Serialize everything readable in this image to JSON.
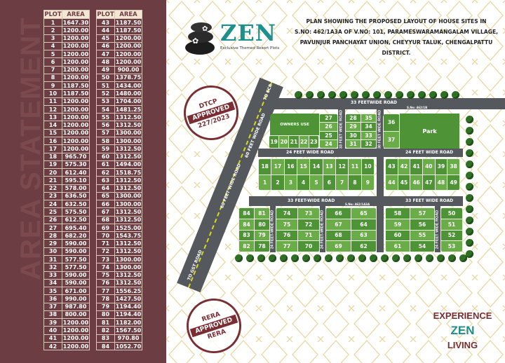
{
  "table": {
    "watermark": "AREA STATEMENT",
    "headers": [
      "PLOT",
      "AREA"
    ],
    "left": [
      [
        "1",
        "1647.30"
      ],
      [
        "2",
        "1200.00"
      ],
      [
        "3",
        "1200.00"
      ],
      [
        "4",
        "1200.00"
      ],
      [
        "5",
        "1200.00"
      ],
      [
        "6",
        "1200.00"
      ],
      [
        "7",
        "1200.00"
      ],
      [
        "8",
        "1200.00"
      ],
      [
        "9",
        "1187.50"
      ],
      [
        "10",
        "1187.50"
      ],
      [
        "11",
        "1200.00"
      ],
      [
        "12",
        "1200.00"
      ],
      [
        "13",
        "1200.00"
      ],
      [
        "14",
        "1200.00"
      ],
      [
        "15",
        "1200.00"
      ],
      [
        "16",
        "1200.00"
      ],
      [
        "17",
        "1200.00"
      ],
      [
        "18",
        "965.70"
      ],
      [
        "19",
        "575.30"
      ],
      [
        "20",
        "612.40"
      ],
      [
        "21",
        "595.10"
      ],
      [
        "22",
        "578.00"
      ],
      [
        "23",
        "636.50"
      ],
      [
        "24",
        "632.50"
      ],
      [
        "25",
        "575.50"
      ],
      [
        "26",
        "612.50"
      ],
      [
        "27",
        "695.40"
      ],
      [
        "28",
        "682.20"
      ],
      [
        "29",
        "590.00"
      ],
      [
        "30",
        "590.00"
      ],
      [
        "31",
        "577.50"
      ],
      [
        "32",
        "577.50"
      ],
      [
        "33",
        "590.00"
      ],
      [
        "34",
        "590.00"
      ],
      [
        "35",
        "671.00"
      ],
      [
        "36",
        "990.00"
      ],
      [
        "37",
        "987.80"
      ],
      [
        "38",
        "800.00"
      ],
      [
        "39",
        "1200.00"
      ],
      [
        "40",
        "1200.00"
      ],
      [
        "41",
        "1200.00"
      ],
      [
        "42",
        "1200.00"
      ]
    ],
    "right": [
      [
        "43",
        "1187.50"
      ],
      [
        "44",
        "1187.50"
      ],
      [
        "45",
        "1200.00"
      ],
      [
        "46",
        "1200.00"
      ],
      [
        "47",
        "1200.00"
      ],
      [
        "48",
        "1200.00"
      ],
      [
        "49",
        "900.00"
      ],
      [
        "50",
        "1378.75"
      ],
      [
        "51",
        "1434.00"
      ],
      [
        "52",
        "1480.00"
      ],
      [
        "53",
        "1704.00"
      ],
      [
        "54",
        "1481.25"
      ],
      [
        "55",
        "1312.50"
      ],
      [
        "56",
        "1312.50"
      ],
      [
        "57",
        "1300.00"
      ],
      [
        "58",
        "1300.00"
      ],
      [
        "59",
        "1312.50"
      ],
      [
        "60",
        "1312.50"
      ],
      [
        "61",
        "1494.00"
      ],
      [
        "62",
        "1518.75"
      ],
      [
        "63",
        "1312.50"
      ],
      [
        "64",
        "1312.50"
      ],
      [
        "65",
        "1300.00"
      ],
      [
        "66",
        "1300.00"
      ],
      [
        "67",
        "1312.50"
      ],
      [
        "68",
        "1312.50"
      ],
      [
        "69",
        "1525.00"
      ],
      [
        "70",
        "1543.75"
      ],
      [
        "71",
        "1312.50"
      ],
      [
        "72",
        "1312.50"
      ],
      [
        "73",
        "1300.00"
      ],
      [
        "74",
        "1300.00"
      ],
      [
        "75",
        "1312.50"
      ],
      [
        "76",
        "1312.50"
      ],
      [
        "77",
        "1556.25"
      ],
      [
        "78",
        "1427.50"
      ],
      [
        "79",
        "1194.40"
      ],
      [
        "80",
        "1194.40"
      ],
      [
        "81",
        "1182.00"
      ],
      [
        "82",
        "1567.50"
      ],
      [
        "83",
        "970.80"
      ],
      [
        "84",
        "1052.70"
      ]
    ]
  },
  "logo": {
    "name": "ZEN",
    "tagline": "Exclusive Themed Resort Plots"
  },
  "title_lines": [
    "PLAN SHOWING THE PROPOSED LAYOUT OF HOUSE SITES IN",
    "S.NO: 462/1A3A OF V.NO: 101, PARAMESWARAMANGALAM VILLAGE,",
    "PAVUNJUR PANCHAYAT UNION, CHEYYUR TALUK, CHENGALPATTU DISTRICT."
  ],
  "stamps": {
    "dtcp": {
      "top": "DTCP",
      "band": "APPROVED",
      "bottom": "227/2023"
    },
    "rera": {
      "top": "RERA",
      "band": "APPROVED",
      "bottom": "RERA"
    }
  },
  "tagline": {
    "line1": "EXPERIENCE",
    "line2": "ZEN",
    "line3": "LIVING"
  },
  "colors": {
    "panel": "#6c3d42",
    "teal": "#1f8f8c",
    "road": "#55595d",
    "plot_dark": "#4f9337",
    "plot_light": "#6aac48",
    "pattern": "#e8d7a0"
  },
  "roads": {
    "top": "33 FEETWIDE ROAD",
    "mid": "24 FEET WIDE ROAD",
    "mid_right": "24 FEET WIDE ROAD",
    "lower": "33 FEET-WIDE ROAD",
    "lower_right": "33 FEET WIDE ROAD",
    "v33": "33 FEET WIDE ROAD",
    "v30": "30 FEET WIDE ROAD",
    "v24a": "24 FEET-WIDE ROAD",
    "v24b": "24 FEET-WIDE ROAD",
    "v24c": "24 FEET WIDE ROAD",
    "main1": "60 FEET WIDE ROAD",
    "main2": "60 FEET WIDE ROAD",
    "to_ecr": "TO ECR",
    "to_gst": "TO GST ROAD"
  },
  "survey": {
    "s1": "S.No: 462/1B",
    "s2": "S.No: 462/1A3A"
  },
  "areas": {
    "owners": "OWNERS USE",
    "park": "Park"
  },
  "blocks": {
    "b19": [
      [
        "19",
        "20",
        "21",
        "22",
        "23"
      ]
    ],
    "b24": [
      [
        "27"
      ],
      [
        "26"
      ],
      [
        "25"
      ],
      [
        "24"
      ]
    ],
    "b28": [
      [
        "28",
        "35"
      ],
      [
        "29",
        "34"
      ],
      [
        "30",
        "33"
      ],
      [
        "31",
        "32"
      ]
    ],
    "b36": [
      [
        "36"
      ],
      [
        "37"
      ]
    ],
    "b18": [
      [
        "18",
        "17",
        "16",
        "15",
        "14",
        "13",
        "12",
        "11",
        "10"
      ],
      [
        "1",
        "2",
        "3",
        "4",
        "5",
        "6",
        "7",
        "8",
        "9"
      ]
    ],
    "b43": [
      [
        "43",
        "42",
        "41",
        "40",
        "39",
        "38"
      ],
      [
        "44",
        "45",
        "46",
        "47",
        "48",
        "49"
      ]
    ],
    "b84": [
      [
        "84",
        "81"
      ],
      [
        "84",
        "80"
      ],
      [
        "83",
        "79"
      ],
      [
        "82",
        "78"
      ]
    ],
    "b74": [
      [
        "74",
        "73"
      ],
      [
        "75",
        "72"
      ],
      [
        "76",
        "71"
      ],
      [
        "77",
        "70"
      ]
    ],
    "b66": [
      [
        "66",
        "65"
      ],
      [
        "67",
        "64"
      ],
      [
        "68",
        "63"
      ],
      [
        "69",
        "62"
      ]
    ],
    "b58": [
      [
        "58",
        "57"
      ],
      [
        "59",
        "56"
      ],
      [
        "60",
        "55"
      ],
      [
        "61",
        "54"
      ]
    ],
    "b50": [
      [
        "50"
      ],
      [
        "51"
      ],
      [
        "52"
      ],
      [
        "53"
      ]
    ]
  }
}
